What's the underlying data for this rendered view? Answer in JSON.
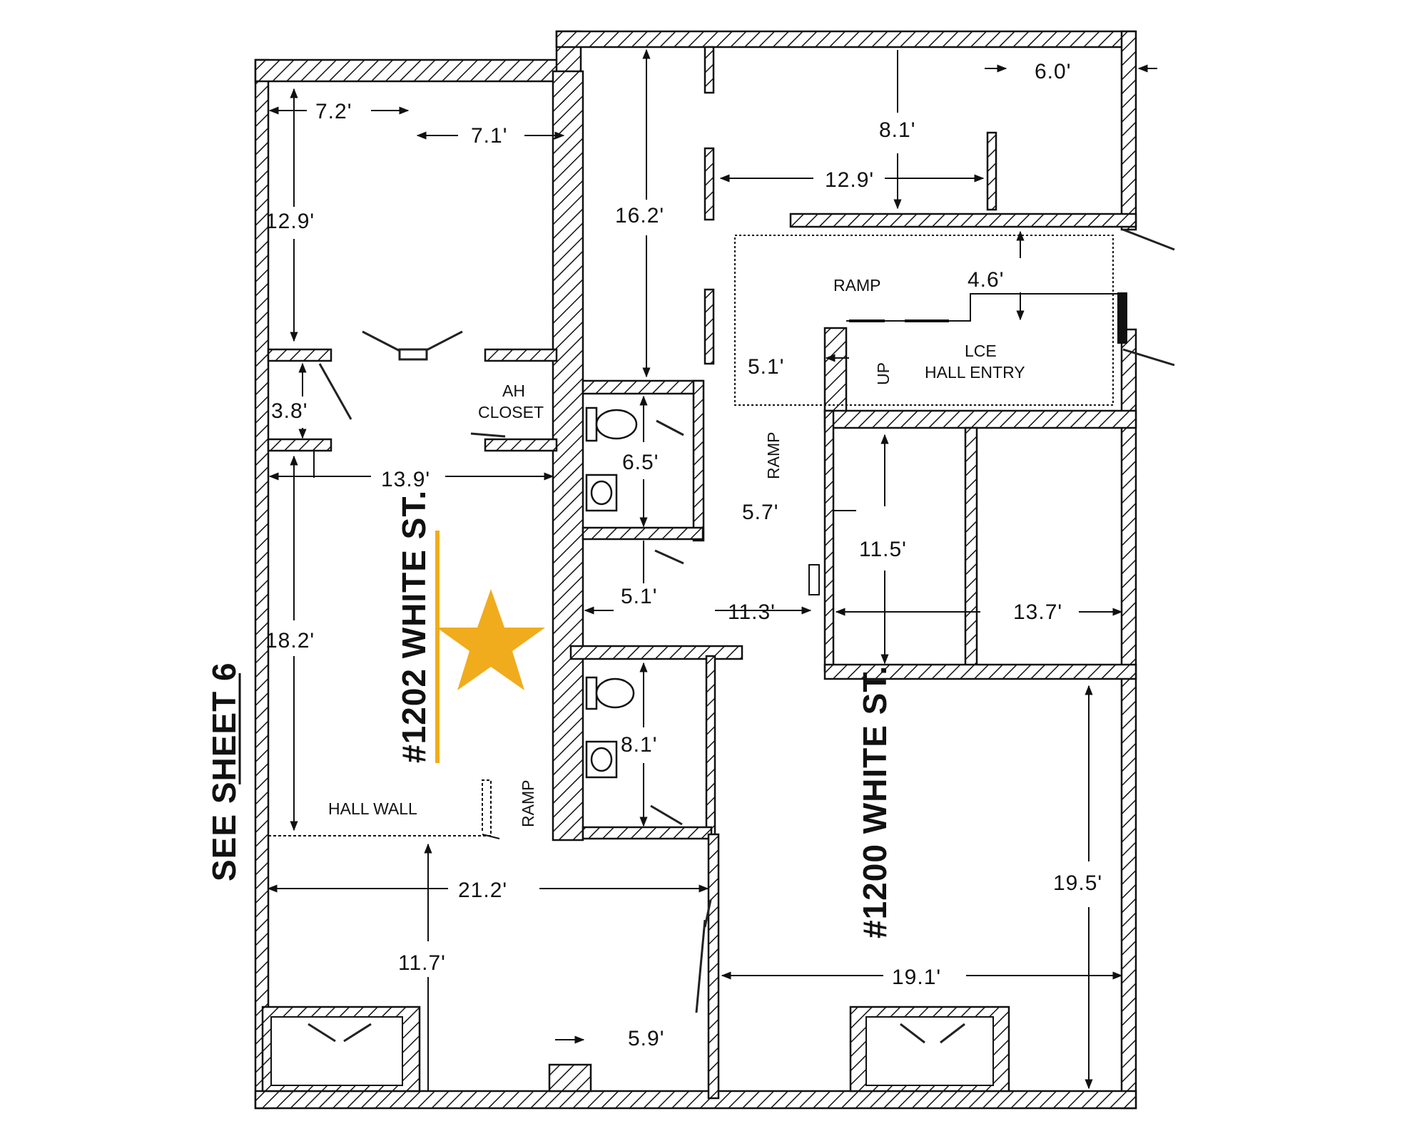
{
  "dimensions": {
    "d_7_2": "7.2'",
    "d_7_1": "7.1'",
    "d_16_2": "16.2'",
    "d_8_1_top": "8.1'",
    "d_6_0": "6.0'",
    "d_12_9_upper": "12.9'",
    "d_12_9_left": "12.9'",
    "d_4_6": "4.6'",
    "d_5_1_ramp": "5.1'",
    "d_3_8": "3.8'",
    "d_6_5": "6.5'",
    "d_13_9": "13.9'",
    "d_5_7": "5.7'",
    "d_11_5": "11.5'",
    "d_5_1_lower": "5.1'",
    "d_11_3": "11.3'",
    "d_13_7": "13.7'",
    "d_18_2": "18.2'",
    "d_8_1_bath": "8.1'",
    "d_21_2": "21.2'",
    "d_19_5": "19.5'",
    "d_11_7": "11.7'",
    "d_19_1": "19.1'",
    "d_5_9": "5.9'"
  },
  "labels": {
    "ramp_top": "RAMP",
    "ah": "AH",
    "closet": "CLOSET",
    "lce": "LCE",
    "hall_entry": "HALL ENTRY",
    "up": "UP",
    "ramp_mid": "RAMP",
    "ramp_left": "RAMP",
    "half_wall": "HALL WALL"
  },
  "address_1202": "#1202 WHITE ST.",
  "address_1200": "#1200 WHITE ST.",
  "see_sheet": "SEE  SHEET 6",
  "colors": {
    "marker": "#f0ac1c",
    "wall": "#111111"
  }
}
